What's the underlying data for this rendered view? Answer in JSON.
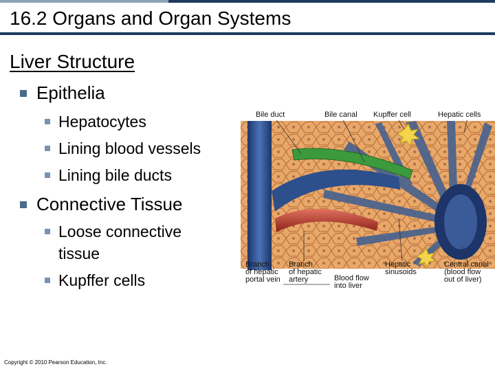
{
  "slide": {
    "title": "16.2 Organs and Organ Systems",
    "heading": "Liver Structure",
    "copyright": "Copyright © 2010 Pearson Education, Inc."
  },
  "bullets": {
    "epithelia": {
      "label": "Epithelia",
      "items": [
        "Hepatocytes",
        "Lining blood vessels",
        "Lining bile ducts"
      ]
    },
    "connective": {
      "label": "Connective Tissue",
      "items": [
        "Loose connective",
        "tissue",
        "Kupffer cells"
      ]
    }
  },
  "figure": {
    "top_labels": [
      "Bile duct",
      "Bile canal",
      "Kupffer cell",
      "Hepatic cells"
    ],
    "bottom_labels": {
      "portal_vein": [
        "Branch",
        "of hepatic",
        "portal vein"
      ],
      "hepatic_artery": [
        "Branch",
        "of hepatic",
        "artery"
      ],
      "blood_flow": [
        "Blood flow",
        "into liver"
      ],
      "sinusoids": [
        "Hepatic",
        "sinusoids"
      ],
      "central_canal": [
        "Central canal",
        "(blood flow",
        "out of liver)"
      ]
    },
    "colors": {
      "hepatocyte": "#e8a86a",
      "vein": "#2d4f8c",
      "artery": "#b83a2c",
      "bile_duct": "#3c9a3c",
      "kupffer": "#f3d44a",
      "sinusoid": "#46628f"
    }
  }
}
